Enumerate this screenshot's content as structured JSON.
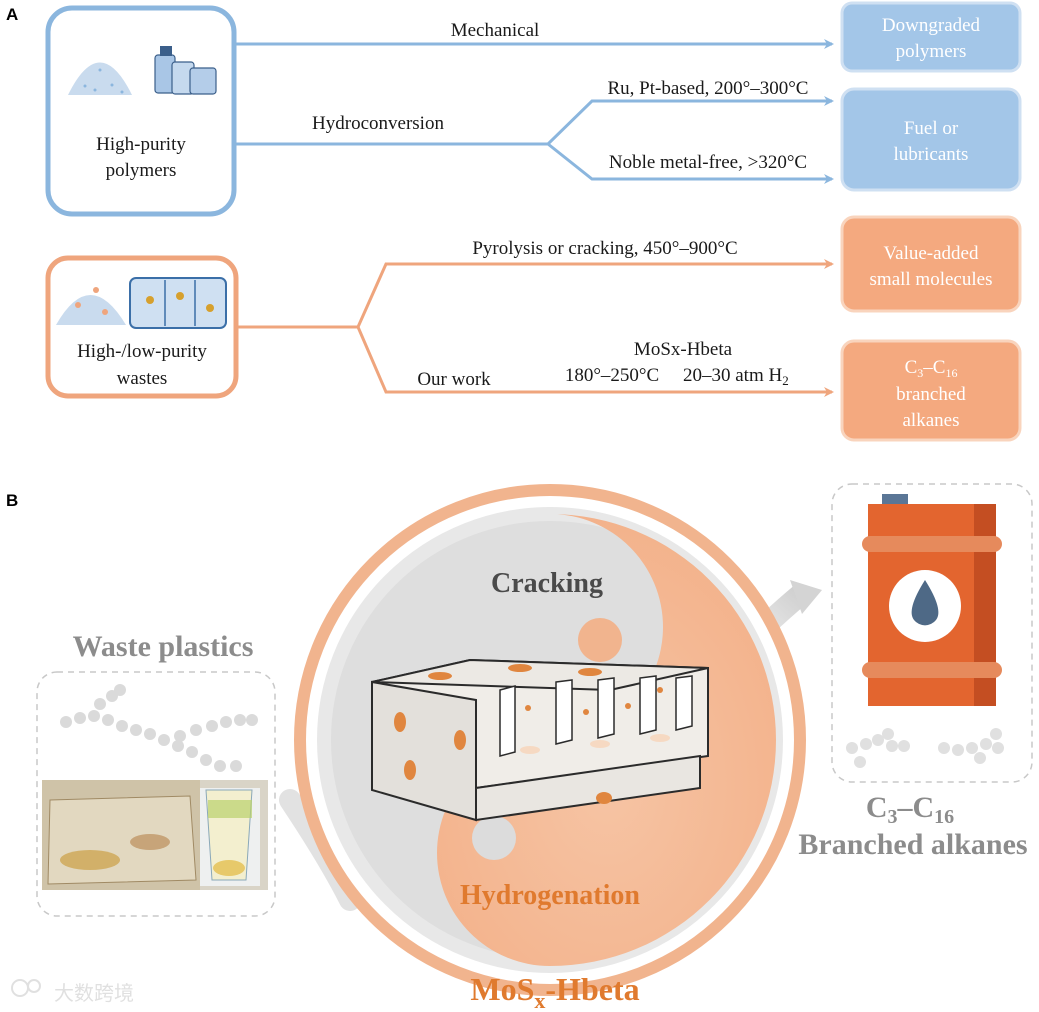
{
  "panel_a": {
    "letter": "A",
    "source_top": {
      "label_line1": "High-purity",
      "label_line2": "polymers"
    },
    "source_bottom": {
      "label_line1": "High-/low-purity",
      "label_line2": "wastes"
    },
    "routes": {
      "mechanical": "Mechanical",
      "hydroconversion": "Hydroconversion",
      "ru_pt": "Ru, Pt-based, 200°–300°C",
      "noble_free": "Noble metal-free, >320°C",
      "pyrolysis": "Pyrolysis or cracking, 450°–900°C",
      "our_work": "Our work",
      "catalyst": "MoSx-Hbeta",
      "conditions_temp": "180°–250°C",
      "conditions_pressure": "20–30 atm H",
      "conditions_pressure_sub": "2"
    },
    "products": {
      "downgraded": {
        "line1": "Downgraded",
        "line2": "polymers"
      },
      "fuel": {
        "line1": "Fuel or",
        "line2": "lubricants"
      },
      "value_added": {
        "line1": "Value-added",
        "line2": "small molecules"
      },
      "alkanes": {
        "c3": "C",
        "sub3": "3",
        "dash": "–C",
        "sub16": "16",
        "line2": "branched",
        "line3": "alkanes"
      }
    }
  },
  "panel_b": {
    "letter": "B",
    "waste_title": "Waste plastics",
    "cracking": "Cracking",
    "hydrogenation": "Hydrogenation",
    "catalyst_main": "MoS",
    "catalyst_sub": "x",
    "catalyst_suffix": "-Hbeta",
    "product_line1_c": "C",
    "product_line1_sub3": "3",
    "product_line1_dash": "–C",
    "product_line1_sub16": "16",
    "product_line2": "Branched alkanes"
  },
  "watermark": "大数跨境",
  "colors": {
    "blue_line": "#8bb6de",
    "blue_box": "#a3c6e8",
    "orange_line": "#efa57d",
    "orange_box": "#f4a97f",
    "orange_text": "#e07a2e",
    "gray_text": "#8c8c8c",
    "barrel": "#e3652f"
  }
}
